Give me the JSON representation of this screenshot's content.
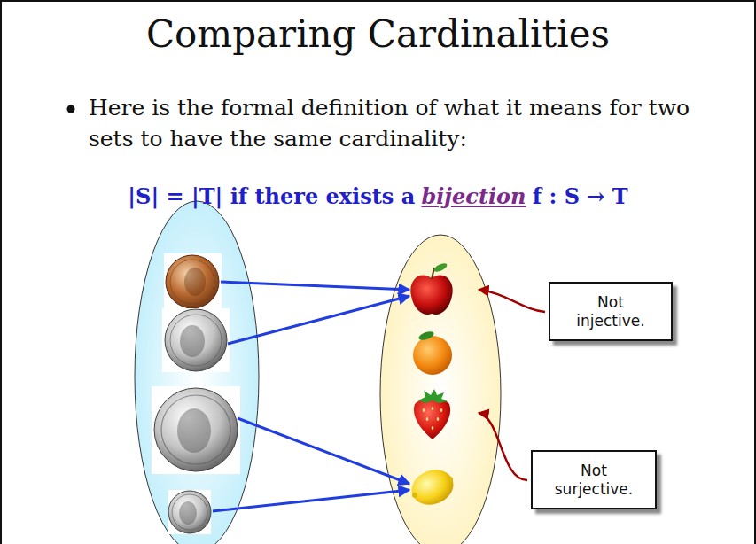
{
  "diagram": {
    "title": "Comparing Cardinalities",
    "nodes": [
      {
        "text": [
          "Not injective."
        ]
      },
      {
        "text": [
          "Not surjective."
        ]
      }
    ],
    "labels": [
      "Here is the formal definition of what it means for two sets to have the same cardinality:",
      "|S| = |T| if there exists a",
      "bijection",
      "f : S → T"
    ]
  }
}
